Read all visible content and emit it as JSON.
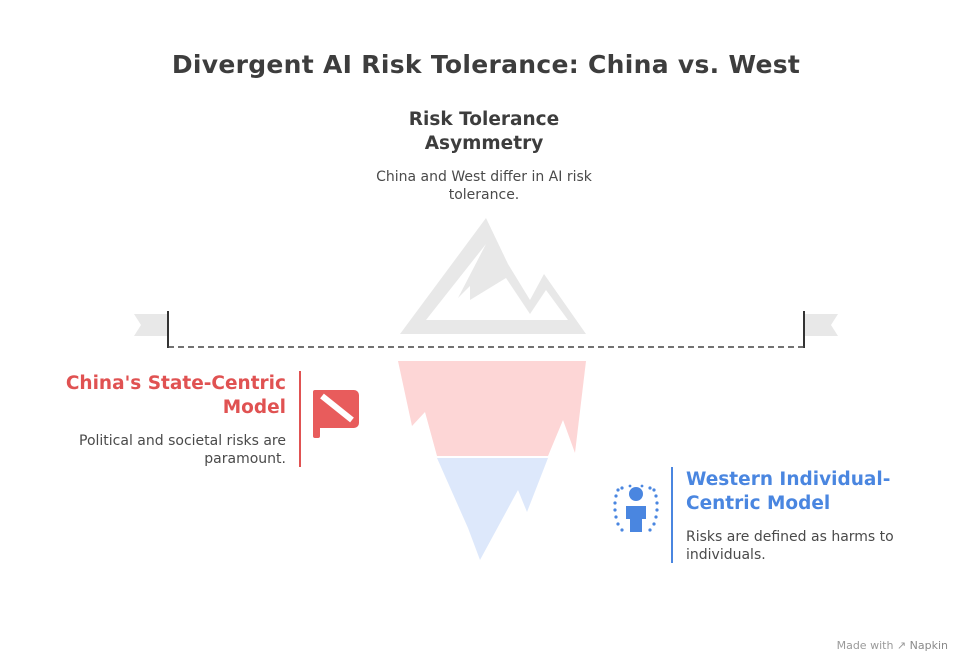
{
  "title": "Divergent AI Risk Tolerance: China vs. West",
  "top": {
    "heading": "Risk Tolerance Asymmetry",
    "description": "China and West differ in AI risk tolerance."
  },
  "left": {
    "heading": "China's State-Centric Model",
    "description": "Political and societal risks are paramount.",
    "icon": "flag-icon",
    "color": "#e05252"
  },
  "right": {
    "heading": "Western Individual-Centric Model",
    "description": "Risks are defined as harms to individuals.",
    "icon": "person-icon",
    "color": "#4a86e0"
  },
  "footer": {
    "made_with": "Made with",
    "brand": "Napkin"
  }
}
